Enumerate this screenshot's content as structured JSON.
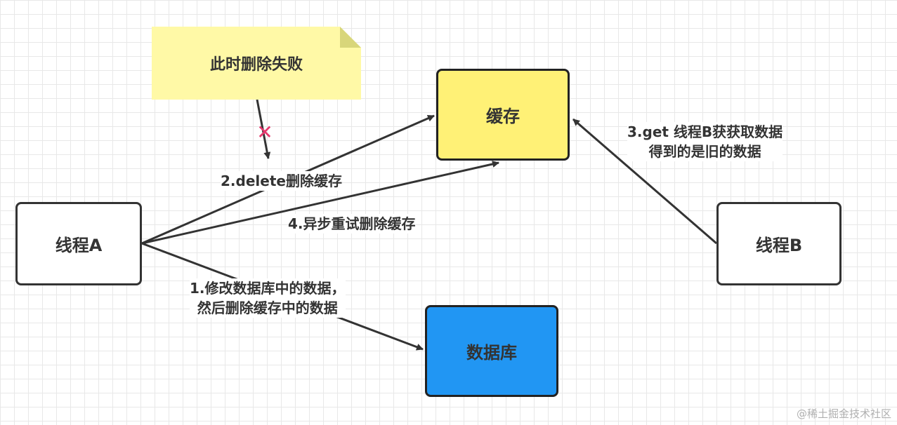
{
  "nodes": {
    "thread_a": "线程A",
    "thread_b": "线程B",
    "cache": "缓存",
    "database": "数据库"
  },
  "note": {
    "text": "此时删除失败"
  },
  "edges": {
    "delete_cache": "2.delete删除缓存",
    "retry_delete": "4.异步重试删除缓存",
    "update_db_line1": "1.修改数据库中的数据，",
    "update_db_line2": "然后删除缓存中的数据",
    "get_line1": "3.get 线程B获获取数据",
    "get_line2": "得到的是旧的数据"
  },
  "watermark": "@稀土掘金技术社区",
  "colors": {
    "cache_fill": "#fff176",
    "database_fill": "#2196f3",
    "note_fill": "#fff9a6",
    "note_fold": "#d8d67a",
    "cross": "#e5386d",
    "line": "#333333"
  },
  "icons": {
    "failure": "cross-icon"
  },
  "icon_glyphs": {
    "cross": "✕"
  }
}
